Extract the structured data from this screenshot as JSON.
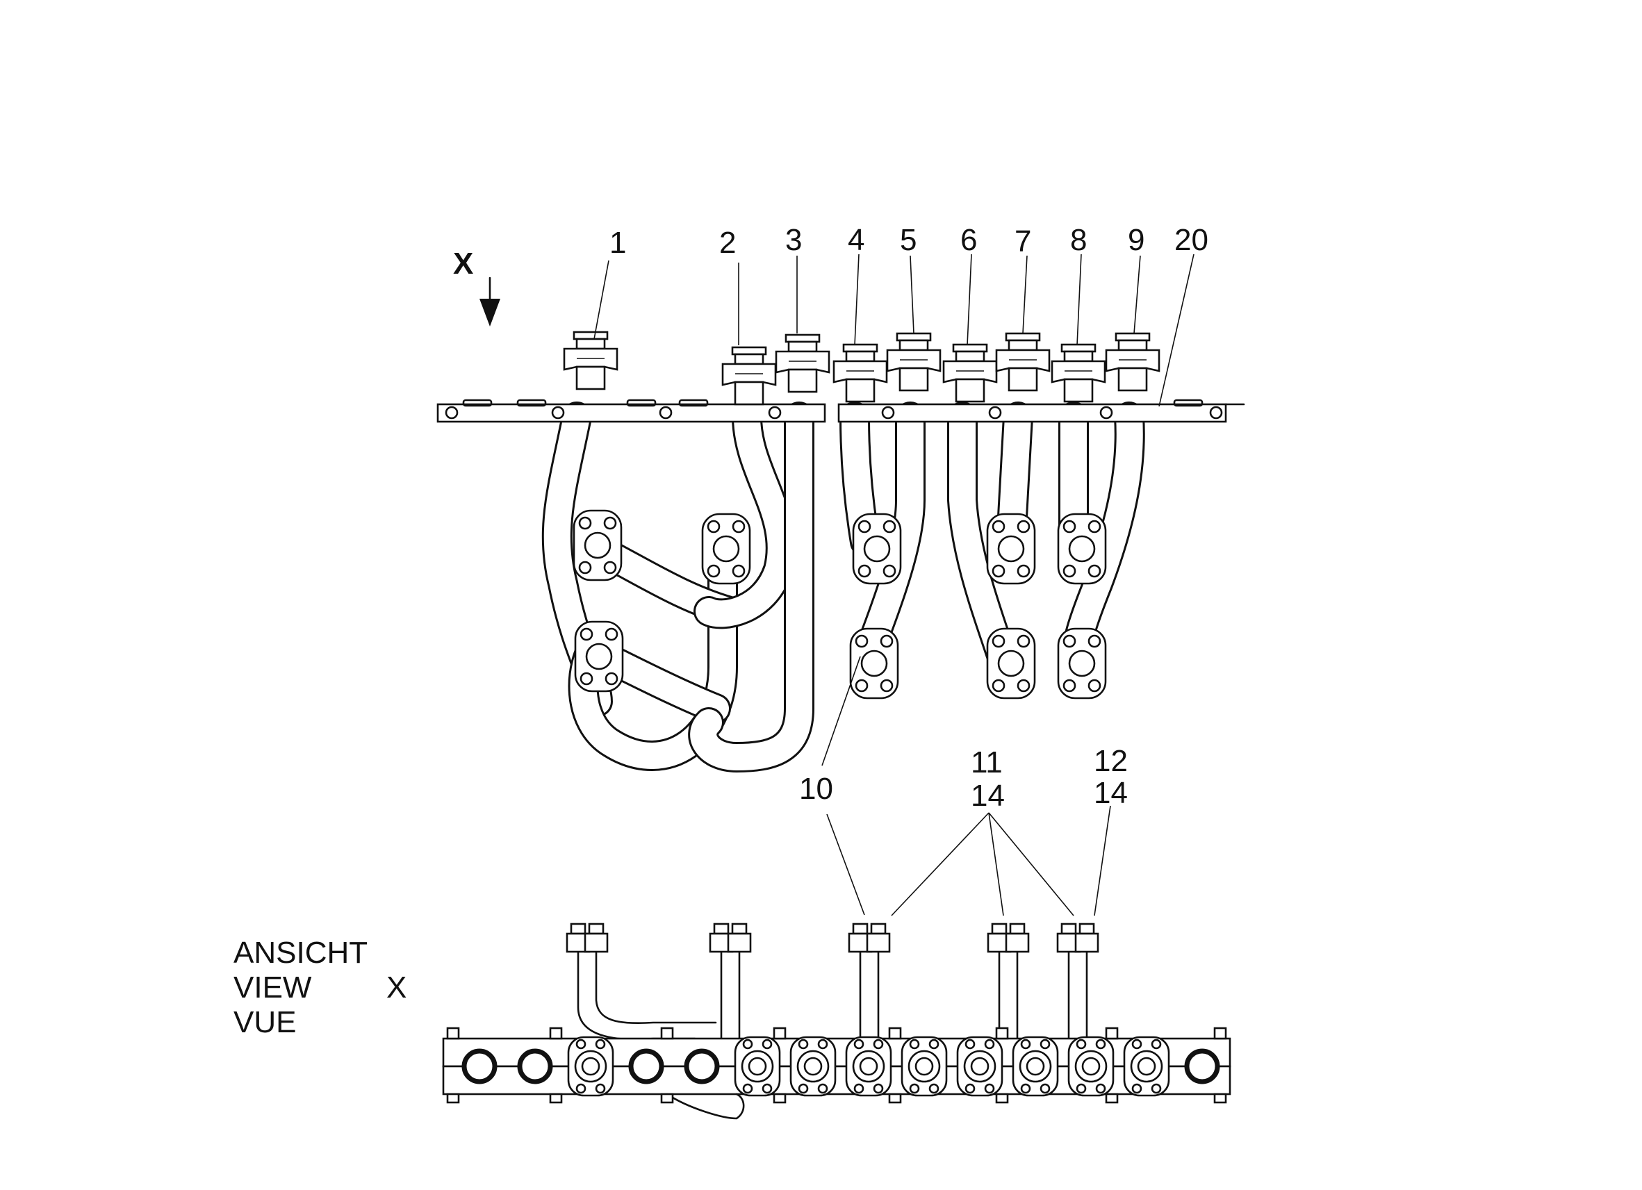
{
  "view_marker": {
    "label": "X"
  },
  "callouts": {
    "c1": "1",
    "c2": "2",
    "c3": "3",
    "c4": "4",
    "c5": "5",
    "c6": "6",
    "c7": "7",
    "c8": "8",
    "c9": "9",
    "c20": "20",
    "c10": "10",
    "c11": "11",
    "c11b": "14",
    "c12": "12",
    "c12b": "14"
  },
  "legend": {
    "line1": "ANSICHT",
    "line2": "VIEW",
    "line3": "VUE",
    "view_id": "X"
  }
}
